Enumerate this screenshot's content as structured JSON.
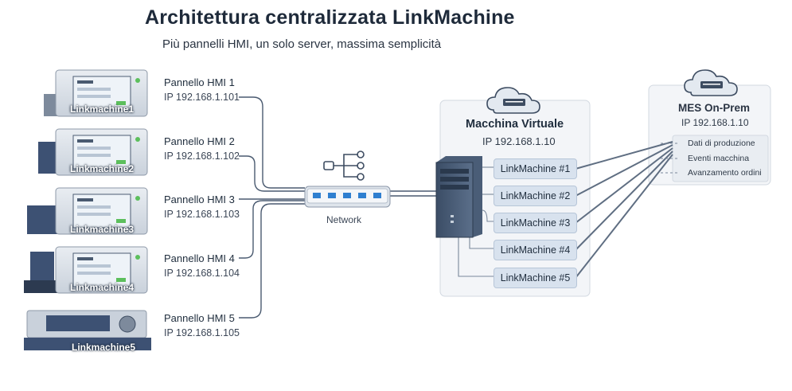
{
  "title": "Architettura centralizzata LinkMachine",
  "subtitle": "Più pannelli HMI, un solo server, massima semplicità",
  "hmi_panels": [
    {
      "label": "Pannello HMI 1",
      "ip": "IP 192.168.1.101",
      "device": "Linkmachine1"
    },
    {
      "label": "Pannello HMI 2",
      "ip": "IP 192.168.1.102",
      "device": "Linkmachine2"
    },
    {
      "label": "Pannello HMI 3",
      "ip": "IP 192.168.1.103",
      "device": "Linkmachine3"
    },
    {
      "label": "Pannello HMI 4",
      "ip": "IP 192.168.1.104",
      "device": "Linkmachine4"
    },
    {
      "label": "Pannello HMI 5",
      "ip": "IP 192.168.1.105",
      "device": "Linkmachine5"
    }
  ],
  "network": {
    "label": "Network"
  },
  "vm": {
    "title": "Macchina Virtuale",
    "ip": "IP 192.168.1.10",
    "instances": [
      "LinkMachine #1",
      "LinkMachine #2",
      "LinkMachine #3",
      "LinkMachine #4",
      "LinkMachine #5"
    ]
  },
  "mes": {
    "title": "MES On-Prem",
    "ip": "IP 192.168.1.10",
    "items": [
      "Dati di produzione",
      "Eventi macchina",
      "Avanzamento ordini"
    ]
  },
  "colors": {
    "line": "#4a5a70",
    "box": "#d8e2ee",
    "panel": "#f3f5f8",
    "dark": "#3a4b63",
    "accent": "#2f7fd0",
    "screen_green": "#5cbf5c"
  },
  "icons": [
    "cloud-icon",
    "server-icon",
    "network-switch-icon",
    "network-tree-icon",
    "hmi-panel-icon"
  ]
}
